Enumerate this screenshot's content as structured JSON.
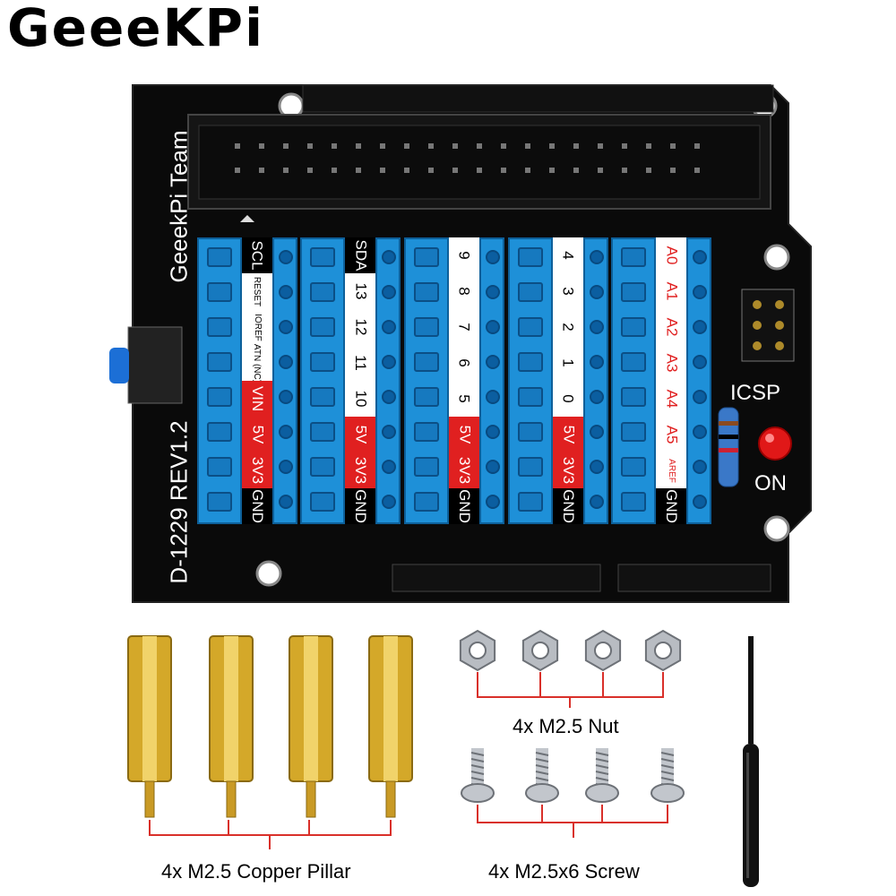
{
  "brand": {
    "logo_text": "GeeeKPi"
  },
  "board": {
    "team_text": "GeeekPi Team",
    "model_text": "D-1229 REV1.2",
    "icsp_label": "ICSP",
    "led_label": "ON",
    "blocks": [
      {
        "labels": [
          {
            "text": "SCL",
            "style": "l-black",
            "small": false
          },
          {
            "text": "RESET",
            "style": "l-white",
            "small": true
          },
          {
            "text": "IOREF",
            "style": "l-white",
            "small": true
          },
          {
            "text": "ATN (NC)",
            "style": "l-white",
            "small": true
          },
          {
            "text": "VIN",
            "style": "l-red",
            "small": false
          },
          {
            "text": "5V",
            "style": "l-red",
            "small": false
          },
          {
            "text": "3V3",
            "style": "l-red",
            "small": false
          },
          {
            "text": "GND",
            "style": "l-black",
            "small": false
          }
        ]
      },
      {
        "labels": [
          {
            "text": "SDA",
            "style": "l-black",
            "small": false
          },
          {
            "text": "13",
            "style": "l-white",
            "small": false
          },
          {
            "text": "12",
            "style": "l-white",
            "small": false
          },
          {
            "text": "11",
            "style": "l-white",
            "small": false
          },
          {
            "text": "10",
            "style": "l-white",
            "small": false
          },
          {
            "text": "5V",
            "style": "l-red",
            "small": false
          },
          {
            "text": "3V3",
            "style": "l-red",
            "small": false
          },
          {
            "text": "GND",
            "style": "l-black",
            "small": false
          }
        ]
      },
      {
        "labels": [
          {
            "text": "9",
            "style": "l-white",
            "small": false
          },
          {
            "text": "8",
            "style": "l-white",
            "small": false
          },
          {
            "text": "7",
            "style": "l-white",
            "small": false
          },
          {
            "text": "6",
            "style": "l-white",
            "small": false
          },
          {
            "text": "5",
            "style": "l-white",
            "small": false
          },
          {
            "text": "5V",
            "style": "l-red",
            "small": false
          },
          {
            "text": "3V3",
            "style": "l-red",
            "small": false
          },
          {
            "text": "GND",
            "style": "l-black",
            "small": false
          }
        ]
      },
      {
        "labels": [
          {
            "text": "4",
            "style": "l-white",
            "small": false
          },
          {
            "text": "3",
            "style": "l-white",
            "small": false
          },
          {
            "text": "2",
            "style": "l-white",
            "small": false
          },
          {
            "text": "1",
            "style": "l-white",
            "small": false
          },
          {
            "text": "0",
            "style": "l-white",
            "small": false
          },
          {
            "text": "5V",
            "style": "l-red",
            "small": false
          },
          {
            "text": "3V3",
            "style": "l-red",
            "small": false
          },
          {
            "text": "GND",
            "style": "l-black",
            "small": false
          }
        ]
      },
      {
        "labels": [
          {
            "text": "A0",
            "style": "l-red-text",
            "small": false
          },
          {
            "text": "A1",
            "style": "l-red-text",
            "small": false
          },
          {
            "text": "A2",
            "style": "l-red-text",
            "small": false
          },
          {
            "text": "A3",
            "style": "l-red-text",
            "small": false
          },
          {
            "text": "A4",
            "style": "l-red-text",
            "small": false
          },
          {
            "text": "A5",
            "style": "l-red-text",
            "small": false
          },
          {
            "text": "AREF",
            "style": "l-red-text",
            "small": true
          },
          {
            "text": "GND",
            "style": "l-black",
            "small": false
          }
        ]
      }
    ]
  },
  "accessories": {
    "pillar_caption": "4x M2.5 Copper Pillar",
    "nut_caption": "4x M2.5 Nut",
    "screw_caption": "4x M2.5x6 Screw"
  },
  "colors": {
    "board": "#0a0a0a",
    "terminal_blue": "#1e90d8",
    "label_red": "#e02020",
    "brass": "#d4a829",
    "bracket_red": "#d9302a"
  }
}
